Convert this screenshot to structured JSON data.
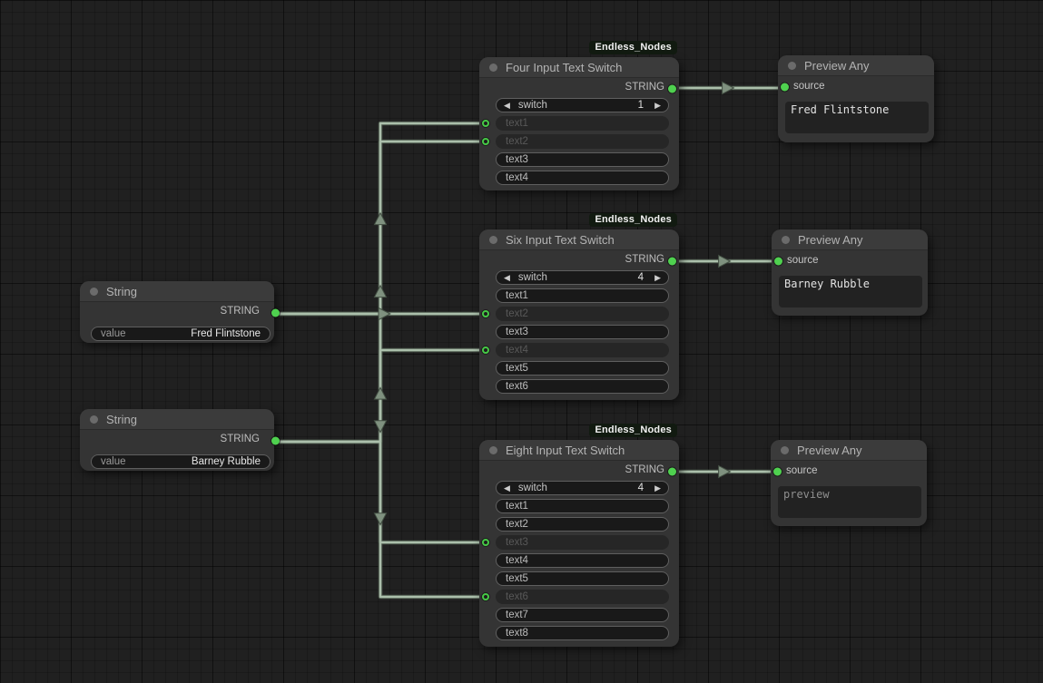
{
  "badge": "Endless_Nodes",
  "icons": {
    "prev": "◀",
    "next": "▶"
  },
  "colors": {
    "canvas_bg": "#202020",
    "node_bg": "#343434",
    "title_bg": "#3b3b3b",
    "wire": "#abbfab",
    "port_green": "#4fd14f",
    "badge_bg": "#111a10"
  },
  "nodes": {
    "string1": {
      "title": "String",
      "output_label": "STRING",
      "value_label": "value",
      "value": "Fred Flintstone"
    },
    "string2": {
      "title": "String",
      "output_label": "STRING",
      "value_label": "value",
      "value": "Barney Rubble"
    },
    "switch4": {
      "badge": "Endless_Nodes",
      "title": "Four Input Text Switch",
      "output_label": "STRING",
      "switch_label": "switch",
      "switch_value": "1",
      "rows": [
        {
          "label": "text1",
          "connected": true
        },
        {
          "label": "text2",
          "connected": true
        },
        {
          "label": "text3",
          "connected": false
        },
        {
          "label": "text4",
          "connected": false
        }
      ]
    },
    "switch6": {
      "badge": "Endless_Nodes",
      "title": "Six Input Text Switch",
      "output_label": "STRING",
      "switch_label": "switch",
      "switch_value": "4",
      "rows": [
        {
          "label": "text1",
          "connected": false
        },
        {
          "label": "text2",
          "connected": true
        },
        {
          "label": "text3",
          "connected": false
        },
        {
          "label": "text4",
          "connected": true
        },
        {
          "label": "text5",
          "connected": false
        },
        {
          "label": "text6",
          "connected": false
        }
      ]
    },
    "switch8": {
      "badge": "Endless_Nodes",
      "title": "Eight Input Text Switch",
      "output_label": "STRING",
      "switch_label": "switch",
      "switch_value": "4",
      "rows": [
        {
          "label": "text1",
          "connected": false
        },
        {
          "label": "text2",
          "connected": false
        },
        {
          "label": "text3",
          "connected": true
        },
        {
          "label": "text4",
          "connected": false
        },
        {
          "label": "text5",
          "connected": false
        },
        {
          "label": "text6",
          "connected": true
        },
        {
          "label": "text7",
          "connected": false
        },
        {
          "label": "text8",
          "connected": false
        }
      ]
    },
    "preview1": {
      "title": "Preview Any",
      "input_label": "source",
      "content": "Fred Flintstone"
    },
    "preview2": {
      "title": "Preview Any",
      "input_label": "source",
      "content": "Barney Rubble"
    },
    "preview3": {
      "title": "Preview Any",
      "input_label": "source",
      "content": "preview"
    }
  },
  "links": [
    {
      "from": "string1.STRING",
      "to": "switch4.text1"
    },
    {
      "from": "string2.STRING",
      "to": "switch4.text2"
    },
    {
      "from": "string1.STRING",
      "to": "switch6.text2"
    },
    {
      "from": "string2.STRING",
      "to": "switch6.text4"
    },
    {
      "from": "string1.STRING",
      "to": "switch8.text3"
    },
    {
      "from": "string2.STRING",
      "to": "switch8.text6"
    },
    {
      "from": "switch4.STRING",
      "to": "preview1.source"
    },
    {
      "from": "switch6.STRING",
      "to": "preview2.source"
    },
    {
      "from": "switch8.STRING",
      "to": "preview3.source"
    }
  ]
}
